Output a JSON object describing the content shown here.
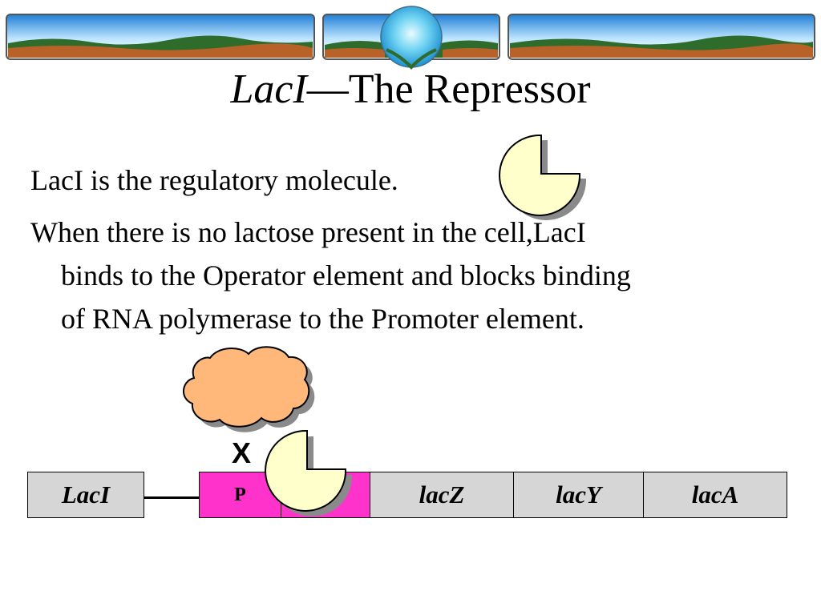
{
  "slide": {
    "title_italic": "LacI",
    "title_rest": "—The Repressor",
    "line1": "LacI is the regulatory molecule.",
    "para2_line1": "When there is no lactose present in the cell,LacI",
    "para2_line2": "binds to the Operator element and blocks binding",
    "para2_line3": "of RNA polymerase to the Promoter element."
  },
  "diagram": {
    "genes": {
      "laci": "LacI",
      "promoter": "P",
      "operator": "",
      "lacz": "lacZ",
      "lacy": "lacY",
      "laca": "lacA"
    },
    "block_mark": "X"
  },
  "colors": {
    "regulatory_box": "#ff33cc",
    "gene_box": "#d6d6d6",
    "repressor": "#ffffcc",
    "rna_polymerase": "#ffb77a",
    "shadow": "#8a8a8a"
  },
  "icons": {
    "repressor": "pacman-repressor-icon",
    "polymerase": "cloud-polymerase-icon"
  }
}
